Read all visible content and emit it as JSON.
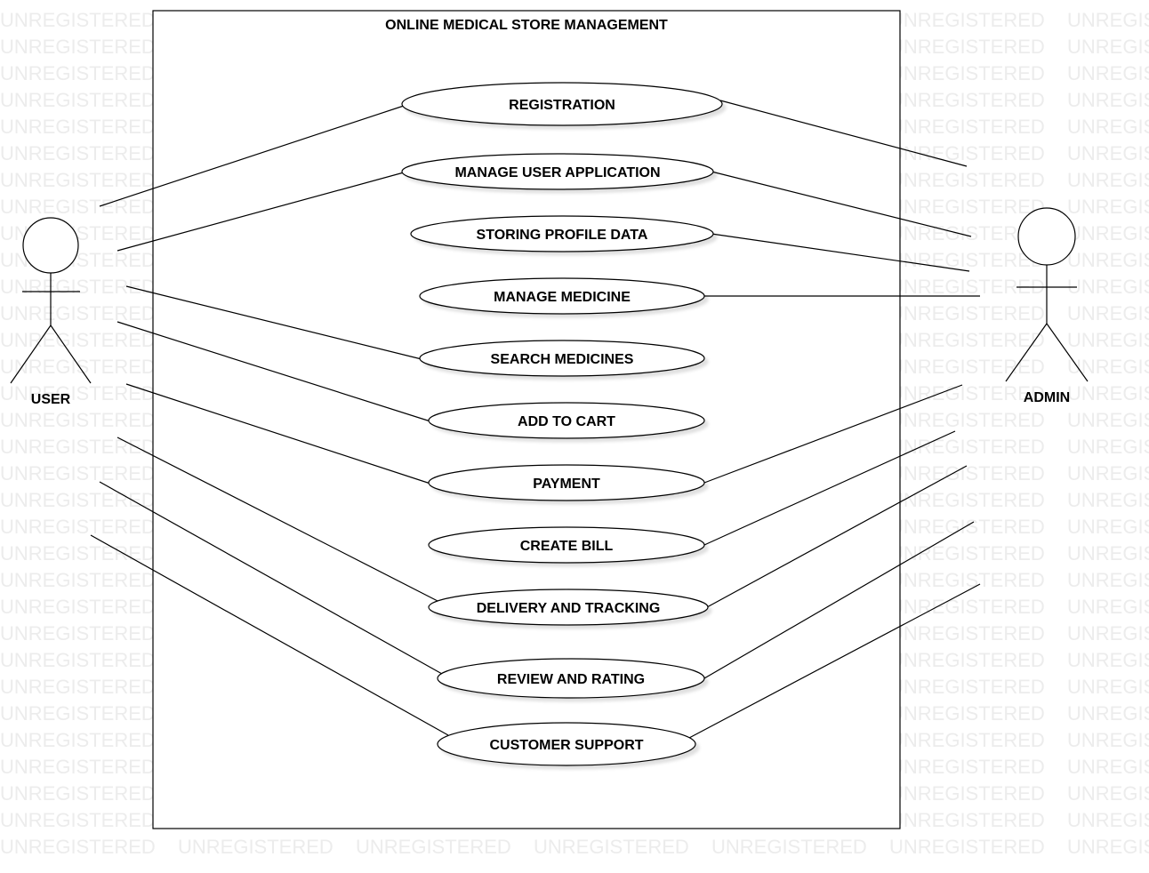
{
  "watermark": "UNREGISTERED",
  "system": {
    "title": "ONLINE MEDICAL STORE MANAGEMENT"
  },
  "actors": {
    "user": {
      "label": "USER"
    },
    "admin": {
      "label": "ADMIN"
    }
  },
  "use_cases": [
    {
      "id": "registration",
      "label": "REGISTRATION"
    },
    {
      "id": "manage-user-application",
      "label": "MANAGE USER APPLICATION"
    },
    {
      "id": "storing-profile-data",
      "label": "STORING PROFILE DATA"
    },
    {
      "id": "manage-medicine",
      "label": "MANAGE MEDICINE"
    },
    {
      "id": "search-medicines",
      "label": "SEARCH MEDICINES"
    },
    {
      "id": "add-to-cart",
      "label": "ADD TO CART"
    },
    {
      "id": "payment",
      "label": "PAYMENT"
    },
    {
      "id": "create-bill",
      "label": "CREATE BILL"
    },
    {
      "id": "delivery-and-tracking",
      "label": "DELIVERY AND TRACKING"
    },
    {
      "id": "review-and-rating",
      "label": "REVIEW AND RATING"
    },
    {
      "id": "customer-support",
      "label": "CUSTOMER SUPPORT"
    }
  ],
  "associations": {
    "user": [
      "registration",
      "manage-user-application",
      "search-medicines",
      "add-to-cart",
      "payment",
      "delivery-and-tracking",
      "review-and-rating",
      "customer-support"
    ],
    "admin": [
      "registration",
      "manage-user-application",
      "storing-profile-data",
      "manage-medicine",
      "payment",
      "create-bill",
      "delivery-and-tracking",
      "review-and-rating",
      "customer-support"
    ]
  }
}
